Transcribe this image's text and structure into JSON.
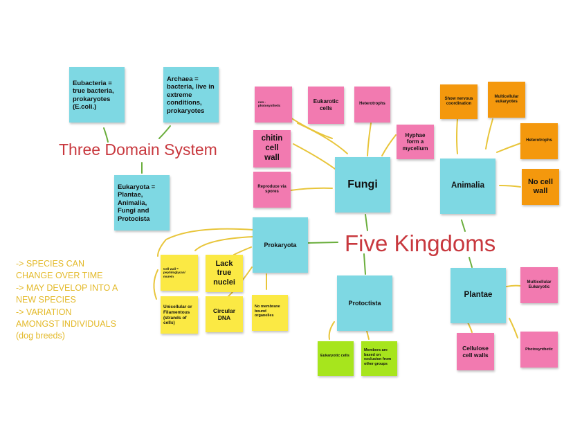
{
  "titles": {
    "three_domain": "Three Domain System",
    "five_kingdoms": "Five Kingdoms"
  },
  "domains": {
    "eubacteria": "Eubacteria = true bacteria, prokaryotes (E.coli.)",
    "archaea": "Archaea = bacteria, live in extreme conditions, prokaryotes",
    "eukaryota": "Eukaryota = Plantae, Animalia, Fungi and Protocista"
  },
  "kingdoms": {
    "fungi": "Fungi",
    "animalia": "Animalia",
    "prokaryota": "Prokaryota",
    "protoctista": "Protoctista",
    "plantae": "Plantae"
  },
  "fungi_notes": {
    "non_photosynthetic": "non - photosynthetic",
    "eukarotic_cells": "Eukarotic cells",
    "heterotrophs": "Heterotrophs",
    "chitin_cell_wall": "chitin cell wall",
    "hyphae_mycelium": "Hyphae form a mycelium",
    "reproduce_spores": "Reproduce via spores"
  },
  "animalia_notes": {
    "nervous_coordination": "Show nervous coordination",
    "multicellular_eukaryotes": "Multicellular eukaryotes",
    "heterotrophs": "Heterotrophs",
    "no_cell_wall": "No cell wall"
  },
  "prokaryota_notes": {
    "cell_wall_peptidoglycan": "Cell wall = peptidoglycan/ murein",
    "lack_true_nuclei": "Lack true nuclei",
    "unicellular_filamentous": "Unicellular or Filamentous (strands of cells)",
    "circular_dna": "Circular DNA",
    "no_membrane_organelles": "No membrane bound organelles"
  },
  "protoctista_notes": {
    "eukaryotic_cells": "Eukaryotic cells",
    "members_exclusion": "Members are based on exclusion from other groups"
  },
  "plantae_notes": {
    "multicellular_eukaryotic": "Multicellular Eukaryotic",
    "cellulose_cell_walls": "Cellulose cell walls",
    "photosynthetic": "Photosynthetic"
  },
  "side_notes": [
    "-> SPECIES CAN",
    "CHANGE OVER TIME",
    "-> MAY DEVELOP INTO A",
    "NEW SPECIES",
    "-> VARIATION",
    "AMONGST INDIVIDUALS",
    "(dog breeds)"
  ],
  "colors": {
    "cyan": "#7ed8e3",
    "pink": "#f27ab0",
    "orange": "#f4980d",
    "yellow": "#fbe944",
    "green": "#a7e51d",
    "title_red": "#c8383e",
    "side_note_yellow": "#e3b928",
    "connector_yellow": "#e8c53a",
    "connector_green": "#6aae3c"
  }
}
